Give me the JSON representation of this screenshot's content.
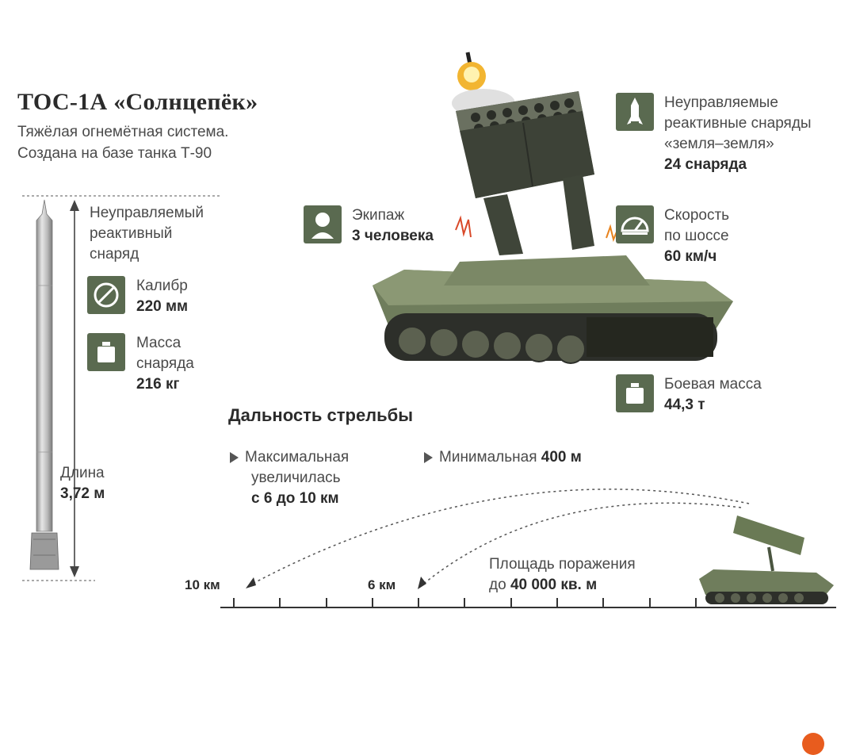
{
  "header": {
    "title": "ТОС-1А «Солнцепёк»",
    "subtitle_line1": "Тяжёлая огнемётная система.",
    "subtitle_line2": "Создана на базе танка Т-90"
  },
  "rocket": {
    "label_line1": "Неуправляемый",
    "label_line2": "реактивный",
    "label_line3": "снаряд",
    "caliber_label": "Калибр",
    "caliber_value": "220 мм",
    "mass_label_line1": "Масса",
    "mass_label_line2": "снаряда",
    "mass_value": "216 кг",
    "length_label": "Длина",
    "length_value": "3,72 м"
  },
  "crew": {
    "label": "Экипаж",
    "value": "3 человека"
  },
  "projectiles": {
    "line1": "Неуправляемые",
    "line2": "реактивные снаряды",
    "line3": "«земля–земля»",
    "value": "24 снаряда"
  },
  "speed": {
    "line1": "Скорость",
    "line2": "по шоссе",
    "value": "60 км/ч"
  },
  "combat_mass": {
    "label": "Боевая масса",
    "value": "44,3 т"
  },
  "range": {
    "title": "Дальность стрельбы",
    "max_line1": "Максимальная",
    "max_line2": "увеличилась",
    "max_value": "с 6 до 10 км",
    "min_label": "Минимальная",
    "min_value": "400 м",
    "area_line1": "Площадь поражения",
    "area_line2_prefix": "до",
    "area_value": "40 000 кв. м",
    "tick_10": "10 км",
    "tick_6": "6 км"
  },
  "colors": {
    "icon_bg": "#5a6a50",
    "tank_green": "#6f7d5c",
    "accent_orange": "#e85c1e"
  }
}
